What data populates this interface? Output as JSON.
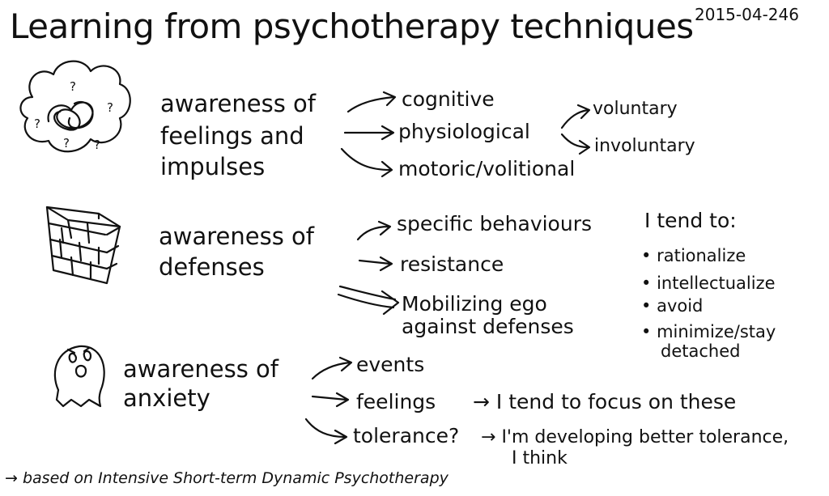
{
  "title": "Learning from psychotherapy techniques",
  "date": "2015-04-246",
  "sections": [
    {
      "heading": [
        "awareness of",
        "feelings and",
        "impulses"
      ],
      "icon": "tangled-thought-cloud-icon",
      "items": [
        "cognitive",
        "physiological",
        "motoric/volitional"
      ],
      "sub_items": [
        "voluntary",
        "involuntary"
      ]
    },
    {
      "heading": [
        "awareness of",
        "defenses"
      ],
      "icon": "brick-wall-icon",
      "items": [
        "specific behaviours",
        "resistance",
        "Mobilizing ego against defenses"
      ]
    },
    {
      "heading": [
        "awareness of",
        "anxiety"
      ],
      "icon": "anxious-ghost-icon",
      "items": [
        "events",
        "feelings",
        "tolerance?"
      ],
      "notes": [
        "I tend to focus on these",
        "I'm developing better tolerance,",
        "I think"
      ]
    }
  ],
  "tendencies": {
    "heading": "I tend to:",
    "items": [
      "rationalize",
      "intellectualize",
      "avoid",
      "minimize/stay",
      "detached"
    ]
  },
  "footnote": "based on Intensive Short-term Dynamic Psychotherapy",
  "glyphs": {
    "bullet": "•",
    "arrow": "→",
    "question": "?"
  }
}
